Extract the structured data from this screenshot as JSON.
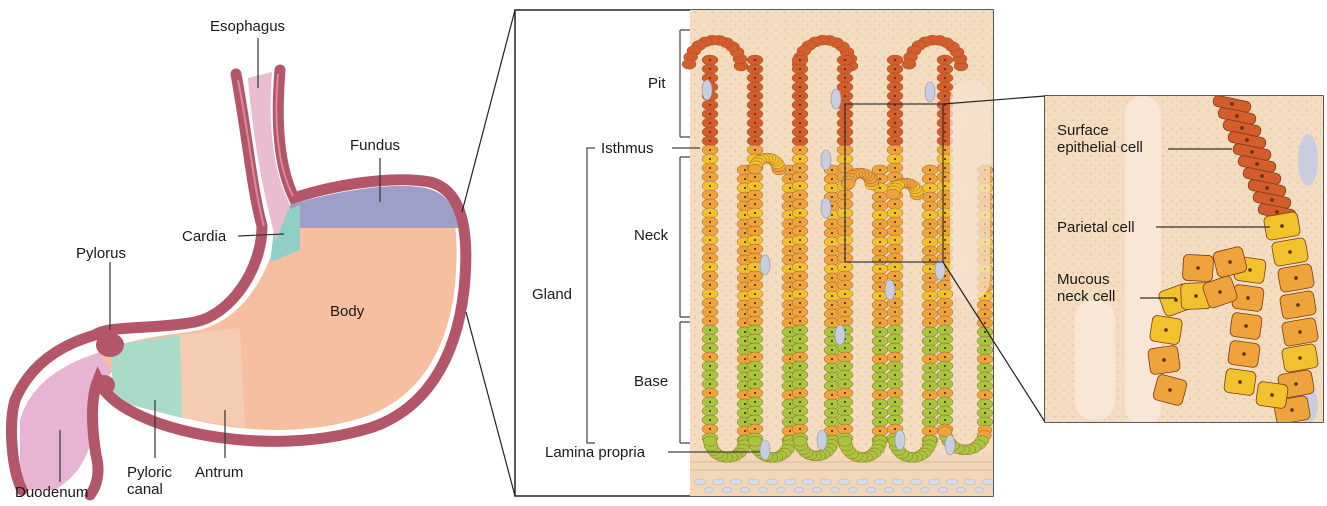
{
  "labels": {
    "esophagus": "Esophagus",
    "fundus": "Fundus",
    "cardia": "Cardia",
    "pylorus": "Pylorus",
    "body": "Body",
    "duodenum": "Duodenum",
    "pyloric_canal": "Pyloric\ncanal",
    "antrum": "Antrum",
    "pit": "Pit",
    "isthmus": "Isthmus",
    "neck": "Neck",
    "gland": "Gland",
    "base": "Base",
    "lamina_propria": "Lamina propria",
    "surface_epithelial_cell": "Surface\nepithelial cell",
    "parietal_cell": "Parietal cell",
    "mucous_neck_cell": "Mucous\nneck cell"
  },
  "colors": {
    "stomach_wall": "#b4566a",
    "fundus_region": "#9d9ec9",
    "cardia_region": "#8fcfc6",
    "body_region": "#f6bf9f",
    "pyloric_canal_region": "#a9dcc8",
    "duodenum_region": "#e7b5d3",
    "surface_cell": "#d35d2b",
    "neck_cell": "#eea43a",
    "parietal_cell": "#f2c12e",
    "base_cell": "#a8c63d",
    "lamina_propria": "#f3dcc0"
  }
}
